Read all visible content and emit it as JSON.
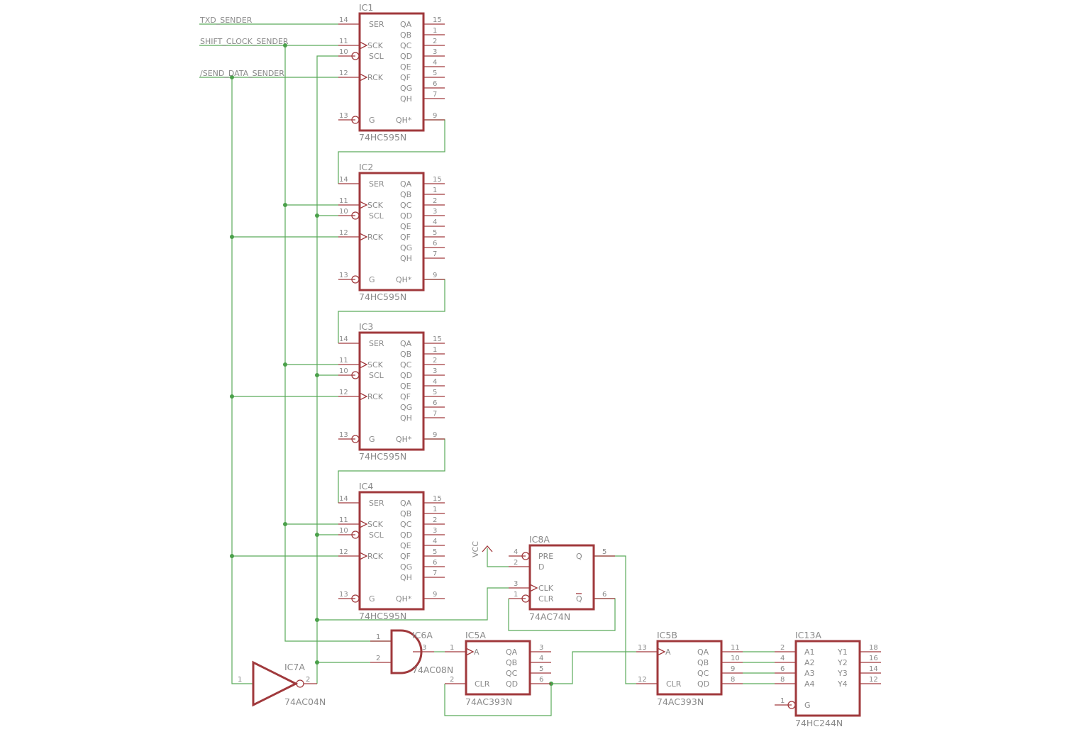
{
  "diagram": {
    "net_labels": {
      "txd": "TXD_SENDER",
      "shift_clock": "SHIFT_CLOCK_SENDER",
      "send_data": "/SEND_DATA_SENDER",
      "vcc": "VCC"
    },
    "shift_register_pins": {
      "left": [
        {
          "num": "14",
          "label": "SER"
        },
        {
          "num": "11",
          "label": "SCK"
        },
        {
          "num": "10",
          "label": "SCL"
        },
        {
          "num": "12",
          "label": "RCK"
        },
        {
          "num": "13",
          "label": "G"
        }
      ],
      "right": [
        {
          "num": "15",
          "label": "QA"
        },
        {
          "num": "1",
          "label": "QB"
        },
        {
          "num": "2",
          "label": "QC"
        },
        {
          "num": "3",
          "label": "QD"
        },
        {
          "num": "4",
          "label": "QE"
        },
        {
          "num": "5",
          "label": "QF"
        },
        {
          "num": "6",
          "label": "QG"
        },
        {
          "num": "7",
          "label": "QH"
        },
        {
          "num": "9",
          "label": "QH*"
        }
      ]
    },
    "shift_registers": [
      {
        "name": "IC1",
        "part": "74HC595N"
      },
      {
        "name": "IC2",
        "part": "74HC595N"
      },
      {
        "name": "IC3",
        "part": "74HC595N"
      },
      {
        "name": "IC4",
        "part": "74HC595N"
      }
    ],
    "ic8a": {
      "name": "IC8A",
      "part": "74AC74N",
      "pins": {
        "pre": "PRE",
        "d": "D",
        "clk": "CLK",
        "clr": "CLR",
        "q": "Q",
        "qn": "Q",
        "n_pre": "4",
        "n_d": "2",
        "n_clk": "3",
        "n_clr": "1",
        "n_q": "5",
        "n_qn": "6"
      }
    },
    "ic6a": {
      "name": "IC6A",
      "part": "74AC08N",
      "n_in1": "1",
      "n_in2": "2",
      "n_out": "3"
    },
    "ic7a": {
      "name": "IC7A",
      "part": "74AC04N",
      "n_in": "1",
      "n_out": "2"
    },
    "ic5a": {
      "name": "IC5A",
      "part": "74AC393N",
      "pins": {
        "a": "A",
        "clr": "CLR",
        "qa": "QA",
        "qb": "QB",
        "qc": "QC",
        "qd": "QD",
        "n_a": "1",
        "n_clr": "2",
        "n_qa": "3",
        "n_qb": "4",
        "n_qc": "5",
        "n_qd": "6"
      }
    },
    "ic5b": {
      "name": "IC5B",
      "part": "74AC393N",
      "pins": {
        "a": "A",
        "clr": "CLR",
        "qa": "QA",
        "qb": "QB",
        "qc": "QC",
        "qd": "QD",
        "n_a": "13",
        "n_clr": "12",
        "n_qa": "11",
        "n_qb": "10",
        "n_qc": "9",
        "n_qd": "8"
      }
    },
    "ic13a": {
      "name": "IC13A",
      "part": "74HC244N",
      "pins": {
        "a1": "A1",
        "a2": "A2",
        "a3": "A3",
        "a4": "A4",
        "g": "G",
        "y1": "Y1",
        "y2": "Y2",
        "y3": "Y3",
        "y4": "Y4",
        "n_a1": "2",
        "n_a2": "4",
        "n_a3": "6",
        "n_a4": "8",
        "n_g": "1",
        "n_y1": "18",
        "n_y2": "16",
        "n_y3": "14",
        "n_y4": "12"
      }
    }
  }
}
